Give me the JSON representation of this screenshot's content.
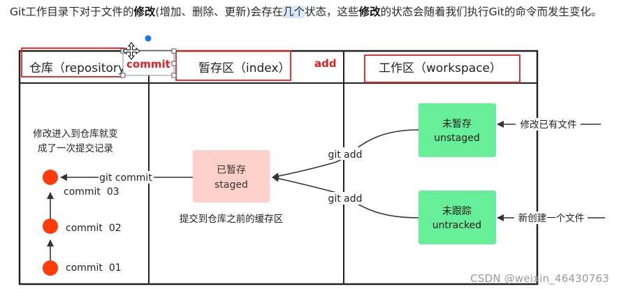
{
  "paragraph": {
    "p1": "Git工作目录下对于文件的",
    "b1": "修改",
    "p2": "(增加、删除、更新)会存在",
    "hl": "几个",
    "p3": "状态，这些",
    "b2": "修改",
    "p4": "的状态会随着我们执行Git的命令而发生变化。"
  },
  "header": {
    "repository": "仓库（repository）",
    "commit_action": "commit",
    "index": "暂存区（index）",
    "add_action": "add",
    "workspace": "工作区（workspace）"
  },
  "repo_note": {
    "line1": "修改进入到仓库就变",
    "line2": "成了一次提交记录"
  },
  "commits": [
    "commit  03",
    "commit  02",
    "commit  01"
  ],
  "staged_box": {
    "line1": "已暂存",
    "line2": "staged"
  },
  "staging_note": "提交到仓库之前的缓存区",
  "unstaged_box": {
    "line1": "未暂存",
    "line2": "unstaged"
  },
  "untracked_box": {
    "line1": "未跟踪",
    "line2": "untracked"
  },
  "arrows": {
    "git_commit": "git commit",
    "git_add_1": "git add",
    "git_add_2": "git add",
    "modify_existing": "修改已有文件",
    "new_file": "新创建一个文件"
  },
  "watermark": "CSDN @weixin_46430763",
  "colors": {
    "red": "#e02020",
    "commit_dot": "#ff3b0a",
    "staged_fill": "#ffcfc9",
    "green_fill": "#66ee99",
    "handle_blue": "#1677ff"
  }
}
